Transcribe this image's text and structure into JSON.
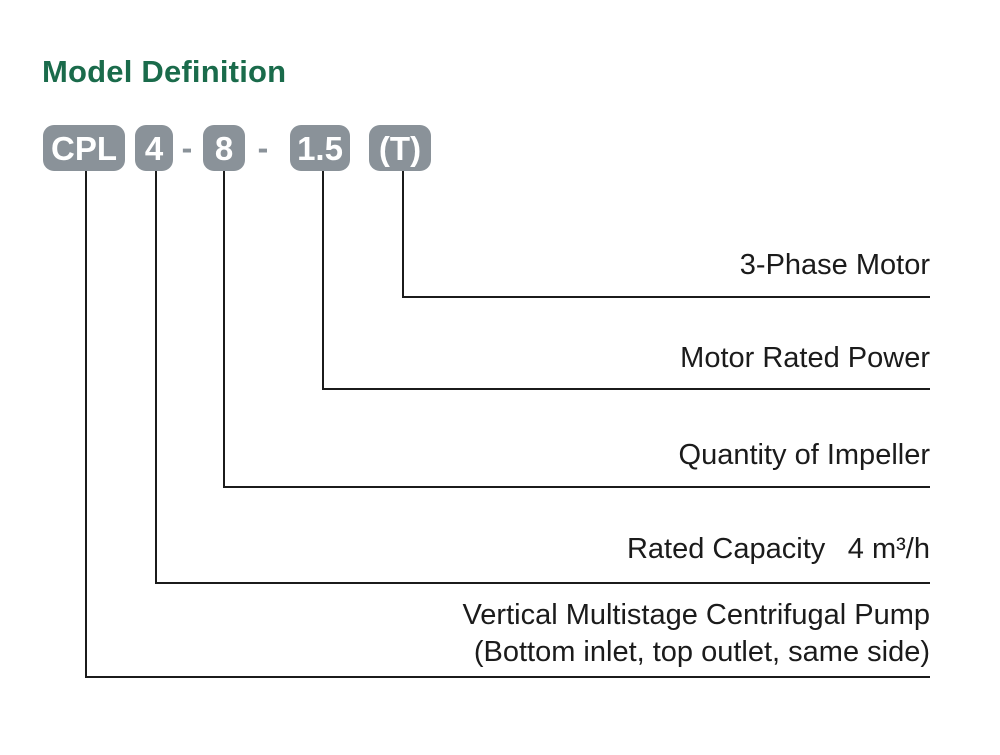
{
  "title": "Model Definition",
  "model_code": {
    "prefix": "CPL",
    "rated_capacity": "4",
    "separator1": "-",
    "impeller_quantity": "8",
    "separator2": "-",
    "motor_rated_power": "1.5",
    "phase_suffix": "(T)"
  },
  "legend": {
    "phase": "3-Phase Motor",
    "power": "Motor Rated Power",
    "impeller": "Quantity of Impeller",
    "capacity": "Rated Capacity  4 m³/h",
    "series_line1": "Vertical Multistage Centrifugal Pump",
    "series_line2": "(Bottom inlet, top outlet, same side)"
  },
  "colors": {
    "title_green": "#1a6b4b",
    "badge_gray": "#8a9299",
    "line_black": "#1b1b1b",
    "background": "#ffffff"
  }
}
